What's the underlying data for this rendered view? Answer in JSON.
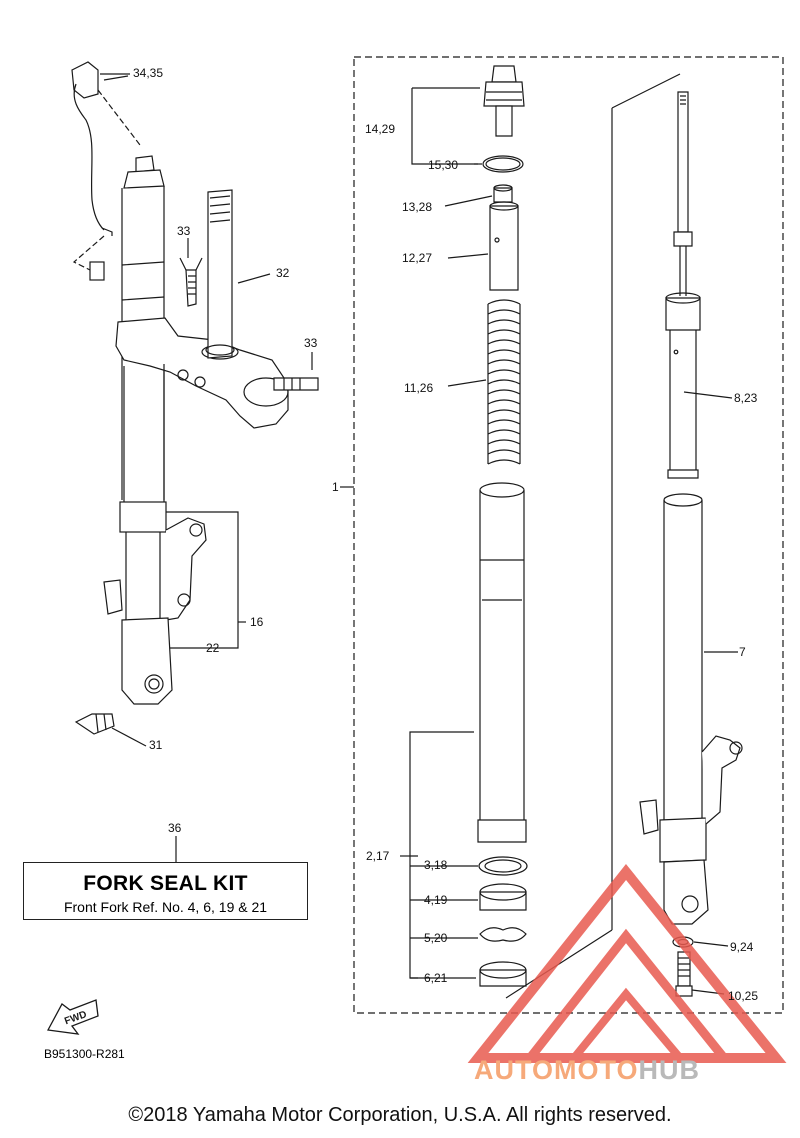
{
  "part_labels": {
    "p34_35": "34,35",
    "p33a": "33",
    "p32": "32",
    "p33b": "33",
    "p16": "16",
    "p22": "22",
    "p31": "31",
    "p36": "36",
    "p1": "1",
    "p14_29": "14,29",
    "p15_30": "15,30",
    "p13_28": "13,28",
    "p12_27": "12,27",
    "p11_26": "11,26",
    "p8_23": "8,23",
    "p7": "7",
    "p2_17": "2,17",
    "p3_18": "3,18",
    "p4_19": "4,19",
    "p5_20": "5,20",
    "p6_21": "6,21",
    "p9_24": "9,24",
    "p10_25": "10,25"
  },
  "kit": {
    "title": "FORK SEAL KIT",
    "subtitle": "Front Fork Ref. No. 4, 6, 19 & 21"
  },
  "fwd_label": "FWD",
  "diagram_code": "B951300-R281",
  "copyright": "©2018 Yamaha Motor Corporation, U.S.A. All rights reserved.",
  "watermark": {
    "part1": "AUTOMOTO",
    "part2": "HUB"
  },
  "colors": {
    "line": "#1a1a1a",
    "watermark_red": "#e85a4f",
    "watermark_orange": "#f6a97a",
    "watermark_gray": "#b9b9b9"
  }
}
